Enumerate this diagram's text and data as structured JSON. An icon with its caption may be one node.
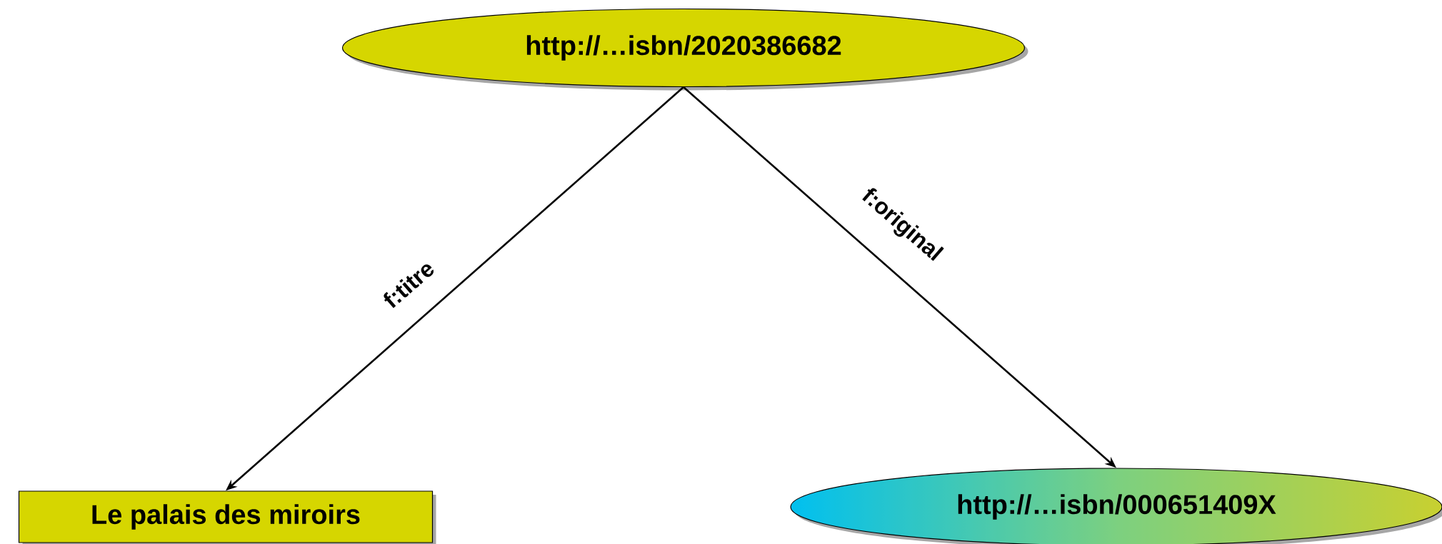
{
  "diagram": {
    "nodes": [
      {
        "text": [
          "http://…isbn/2020386682"
        ]
      },
      {
        "text": [
          "Le palais des miroirs"
        ]
      },
      {
        "text": [
          "http://…isbn/000651409X"
        ]
      }
    ],
    "edges": [
      {
        "from": 0,
        "to": 1,
        "arrow": "to",
        "label": "f:titre"
      },
      {
        "from": 0,
        "to": 2,
        "arrow": "to",
        "label": "f:original"
      }
    ]
  }
}
